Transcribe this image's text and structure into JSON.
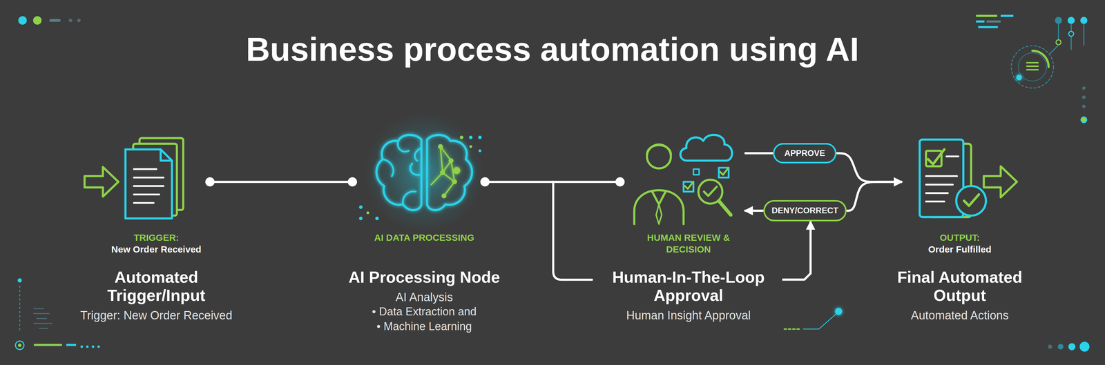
{
  "diagram": {
    "title": "Business process automation using AI",
    "nodes": [
      {
        "text": [
          "TRIGGER:",
          "New Order Received",
          "Automated Trigger/Input",
          "Trigger: New Order Received"
        ]
      },
      {
        "text": [
          "AI DATA PROCESSING",
          "AI Processing Node",
          "AI Analysis",
          "• Data Extraction and",
          "• Machine Learning"
        ]
      },
      {
        "text": [
          "HUMAN REVIEW & DECISION",
          "Human-In-The-Loop Approval",
          "Human Insight Approval"
        ]
      },
      {
        "text": [
          "APPROVE"
        ]
      },
      {
        "text": [
          "DENY/CORRECT"
        ]
      },
      {
        "text": [
          "OUTPUT:",
          "Order Fulfilled",
          "Final Automated Output",
          "Automated Actions"
        ]
      }
    ],
    "edges": [
      {
        "from": 0,
        "to": 1,
        "arrow": "none"
      },
      {
        "from": 1,
        "to": 2,
        "arrow": "none"
      },
      {
        "from": 2,
        "to": 3,
        "arrow": "none"
      },
      {
        "from": 3,
        "to": 5,
        "arrow": "to"
      },
      {
        "from": 4,
        "to": 5,
        "arrow": "to"
      },
      {
        "from": 4,
        "to": 2,
        "arrow": "to"
      },
      {
        "from": 2,
        "to": 4,
        "arrow": "to"
      }
    ]
  }
}
